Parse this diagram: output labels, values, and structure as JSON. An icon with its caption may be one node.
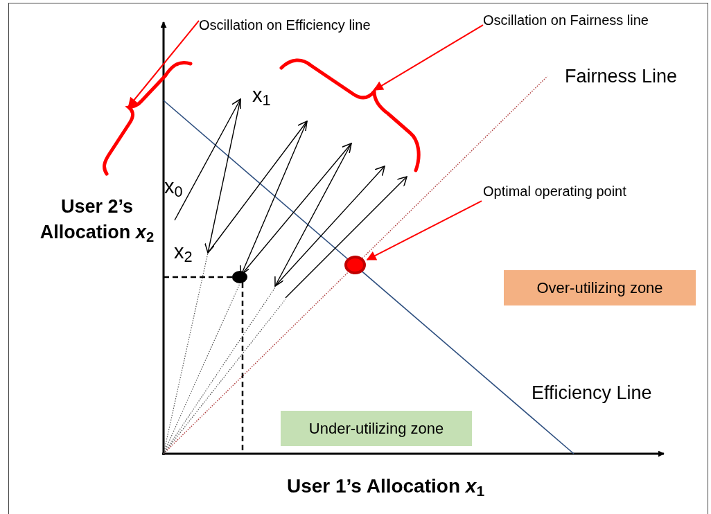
{
  "diagram": {
    "nodes": [
      {
        "text": [
          "Oscillation on Efficiency line"
        ]
      },
      {
        "text": [
          "Oscillation on Fairness line"
        ]
      },
      {
        "text": [
          "Optimal operating point"
        ]
      },
      {
        "text": [],
        "shape": "brace"
      },
      {
        "text": [],
        "shape": "brace"
      },
      {
        "text": [],
        "shape": "circle"
      },
      {
        "text": [
          "Over-utilizing zone"
        ]
      },
      {
        "text": [
          "Under-utilizing zone"
        ]
      }
    ],
    "edges": [
      {
        "from": 0,
        "to": 3,
        "arrow": "to"
      },
      {
        "from": 1,
        "to": 4,
        "arrow": "to"
      },
      {
        "from": 2,
        "to": 5,
        "arrow": "to"
      }
    ],
    "labels": [
      "Fairness Line",
      "x$_{1}$",
      "x$_{0}$",
      "User 2’s Allocation *x*$_{2}$",
      "x$_{2}$",
      "Efficiency Line",
      "User 1’s Allocation *x*$_{1}$"
    ]
  }
}
